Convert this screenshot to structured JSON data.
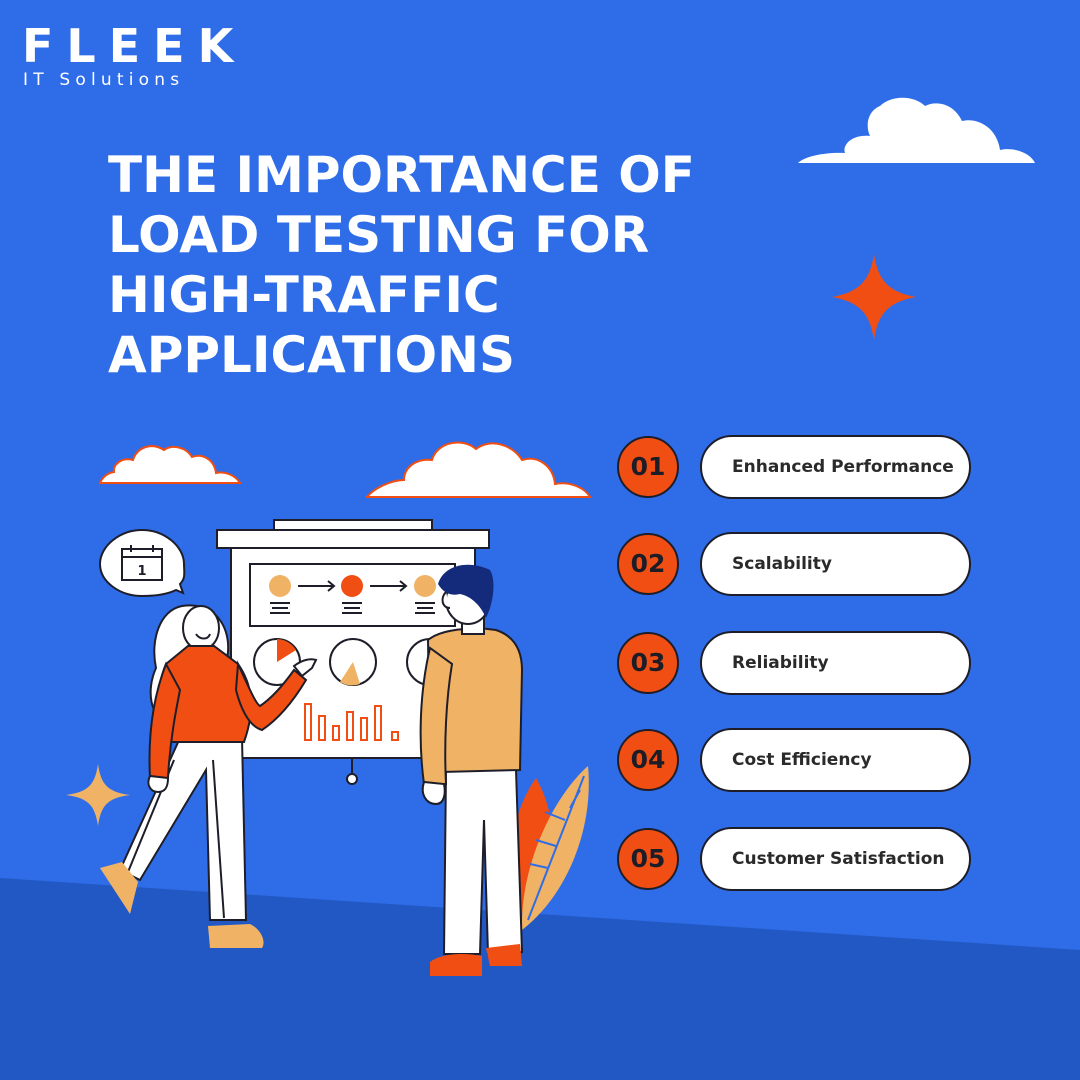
{
  "brand": {
    "name": "FLEEK",
    "tagline": "IT Solutions"
  },
  "headline": {
    "lines": [
      "THE IMPORTANCE OF",
      "LOAD TESTING FOR",
      "HIGH-TRAFFIC",
      "APPLICATIONS"
    ]
  },
  "benefits": [
    {
      "number": "01",
      "label": "Enhanced Performance"
    },
    {
      "number": "02",
      "label": "Scalability"
    },
    {
      "number": "03",
      "label": "Reliability"
    },
    {
      "number": "04",
      "label": "Cost Efficiency"
    },
    {
      "number": "05",
      "label": "Customer Satisfaction"
    }
  ],
  "illustration": {
    "calendar_day": "1",
    "icons": [
      "cloud-icon",
      "sparkle-icon",
      "calendar-icon",
      "leaf-icon"
    ]
  },
  "colors": {
    "background": "#2f6de8",
    "ground": "#2258c4",
    "accent_orange": "#f04e12",
    "accent_tan": "#f0b264",
    "text_light": "#ffffff",
    "outline": "#1e1e2a"
  }
}
